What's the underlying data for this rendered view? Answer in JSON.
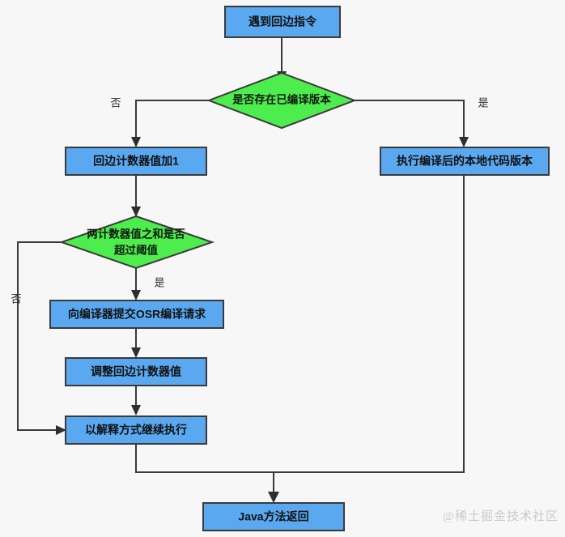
{
  "diagram": {
    "type": "flowchart",
    "title_text": "",
    "colors": {
      "process_fill": "#5aa9f0",
      "decision_fill": "#4ded4d",
      "stroke": "#3a3a3a",
      "background": "#f7f7f7",
      "text": "#111111",
      "watermark": "#c9c9c9"
    },
    "nodes": [
      {
        "id": "start",
        "shape": "process",
        "label": "遇到回边指令"
      },
      {
        "id": "has_compiled",
        "shape": "decision",
        "label": "是否存在已编译版本"
      },
      {
        "id": "inc_counter",
        "shape": "process",
        "label": "回边计数器值加1"
      },
      {
        "id": "run_native",
        "shape": "process",
        "label": "执行编译后的本地代码版本"
      },
      {
        "id": "over_thresh",
        "shape": "decision",
        "label_line1": "两计数器值之和是否",
        "label_line2": "超过阈值"
      },
      {
        "id": "submit_osr",
        "shape": "process",
        "label": "向编译器提交OSR编译请求"
      },
      {
        "id": "adjust_back",
        "shape": "process",
        "label": "调整回边计数器值"
      },
      {
        "id": "interpret",
        "shape": "process",
        "label": "以解释方式继续执行"
      },
      {
        "id": "return",
        "shape": "process",
        "label": "Java方法返回"
      }
    ],
    "edge_labels": {
      "has_compiled_no": "否",
      "has_compiled_yes": "是",
      "over_thresh_yes": "是",
      "over_thresh_no": "否"
    }
  },
  "watermark": {
    "text": "@稀土掘金技术社区"
  }
}
